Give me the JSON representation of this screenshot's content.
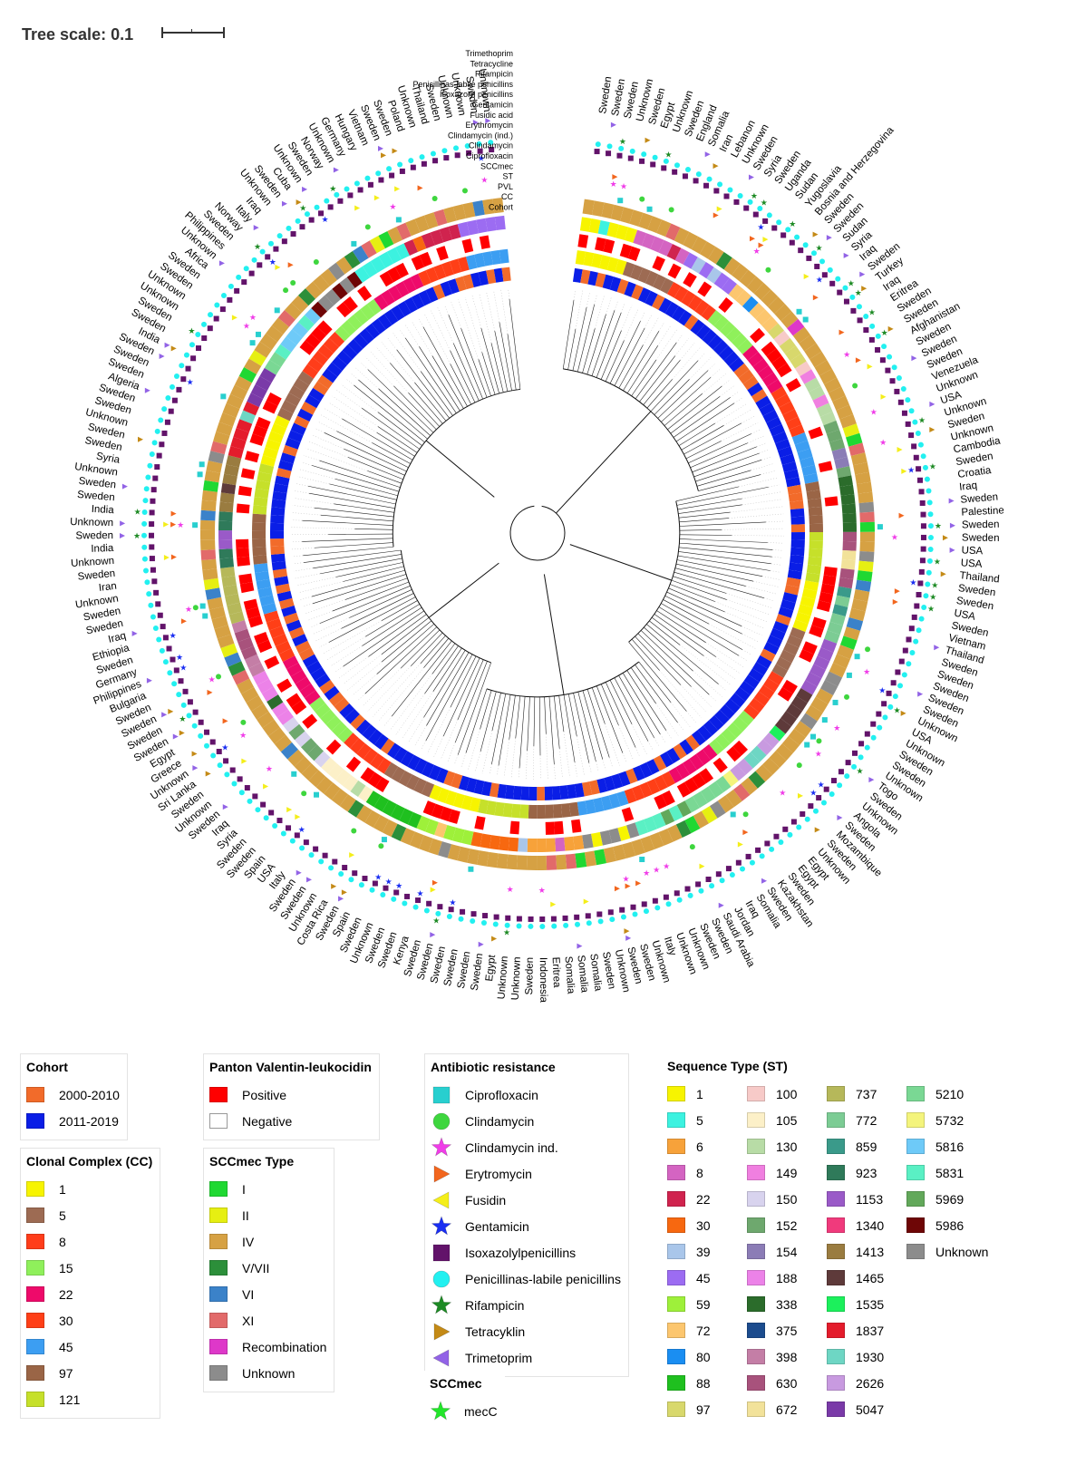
{
  "header": {
    "tree_scale_label": "Tree scale: 0.1"
  },
  "ring_labels": [
    "Trimethoprim",
    "Tetracycline",
    "Rifampicin",
    "Penicillinas-labile penicillins",
    "Isoxazolyl penicillins",
    "Gentamicin",
    "Fusidic acid",
    "Erythromycin",
    "Clindamycin (ind.)",
    "Clindamycin",
    "Ciprofloxacin",
    "SCCmec",
    "ST",
    "PVL",
    "CC",
    "Cohort"
  ],
  "legend": {
    "cohort": {
      "title": "Cohort",
      "items": [
        {
          "label": "2000-2010",
          "color": "#f26b2a"
        },
        {
          "label": "2011-2019",
          "color": "#0a1ee6"
        }
      ]
    },
    "pvl": {
      "title": "Panton Valentin-leukocidin",
      "items": [
        {
          "label": "Positive",
          "color": "#ff0000"
        },
        {
          "label": "Negative",
          "color": "#ffffff"
        }
      ]
    },
    "cc": {
      "title": "Clonal Complex (CC)",
      "items": [
        {
          "label": "1",
          "color": "#f7f400"
        },
        {
          "label": "5",
          "color": "#9d6b53"
        },
        {
          "label": "8",
          "color": "#ff3d1a"
        },
        {
          "label": "15",
          "color": "#8ff05b"
        },
        {
          "label": "22",
          "color": "#ee0a6a"
        },
        {
          "label": "30",
          "color": "#ff3f17"
        },
        {
          "label": "45",
          "color": "#3c9ef2"
        },
        {
          "label": "97",
          "color": "#9a6546"
        },
        {
          "label": "121",
          "color": "#c6e02a"
        }
      ]
    },
    "sccmec": {
      "title": "SCCmec Type",
      "items": [
        {
          "label": "I",
          "color": "#1fd832"
        },
        {
          "label": "II",
          "color": "#e6ef12"
        },
        {
          "label": "IV",
          "color": "#d6a143"
        },
        {
          "label": "V/VII",
          "color": "#2c8f3a"
        },
        {
          "label": "VI",
          "color": "#3b82c9"
        },
        {
          "label": "XI",
          "color": "#e26a6a"
        },
        {
          "label": "Recombination",
          "color": "#de38c9"
        },
        {
          "label": "Unknown",
          "color": "#8c8c8c"
        }
      ]
    },
    "antibiotic": {
      "title": "Antibiotic resistance",
      "items": [
        {
          "label": "Ciprofloxacin",
          "shape": "square",
          "color": "#28cfcf"
        },
        {
          "label": "Clindamycin",
          "shape": "circle",
          "color": "#3ed63e"
        },
        {
          "label": "Clindamycin ind.",
          "shape": "star",
          "color": "#f03ce8"
        },
        {
          "label": "Erytromycin",
          "shape": "tri-right",
          "color": "#f2661e"
        },
        {
          "label": "Fusidin",
          "shape": "tri-left",
          "color": "#f4ee1a"
        },
        {
          "label": "Gentamicin",
          "shape": "star",
          "color": "#1a2ef2"
        },
        {
          "label": "Isoxazolylpenicillins",
          "shape": "square",
          "color": "#62136a"
        },
        {
          "label": "Penicillinas-labile penicillins",
          "shape": "circle",
          "color": "#22f0f0"
        },
        {
          "label": "Rifampicin",
          "shape": "star",
          "color": "#1d8a24"
        },
        {
          "label": "Tetracyklin",
          "shape": "tri-right",
          "color": "#c48a16"
        },
        {
          "label": "Trimetoprim",
          "shape": "tri-left",
          "color": "#9263e6"
        }
      ]
    },
    "sccmec_gene": {
      "title": "SCCmec",
      "items": [
        {
          "label": "mecC",
          "shape": "star",
          "color": "#22e62a"
        }
      ]
    },
    "st": {
      "title": "Sequence Type (ST)",
      "items": [
        {
          "label": "1",
          "color": "#f7f400"
        },
        {
          "label": "5",
          "color": "#3cf2e0"
        },
        {
          "label": "6",
          "color": "#f7a23a"
        },
        {
          "label": "8",
          "color": "#d464c2"
        },
        {
          "label": "22",
          "color": "#d0234e"
        },
        {
          "label": "30",
          "color": "#f76810"
        },
        {
          "label": "39",
          "color": "#a9c6ea"
        },
        {
          "label": "45",
          "color": "#9c6cf2"
        },
        {
          "label": "59",
          "color": "#9ef03a"
        },
        {
          "label": "72",
          "color": "#fcc66e"
        },
        {
          "label": "80",
          "color": "#1a8ef2"
        },
        {
          "label": "88",
          "color": "#1fc01f"
        },
        {
          "label": "97",
          "color": "#d8d86c"
        },
        {
          "label": "100",
          "color": "#f7cac8"
        },
        {
          "label": "105",
          "color": "#fcf0c8"
        },
        {
          "label": "130",
          "color": "#b8dca6"
        },
        {
          "label": "149",
          "color": "#f07fe0"
        },
        {
          "label": "150",
          "color": "#d8d3ee"
        },
        {
          "label": "152",
          "color": "#6ea86e"
        },
        {
          "label": "154",
          "color": "#8b7cb6"
        },
        {
          "label": "188",
          "color": "#ec82e8"
        },
        {
          "label": "338",
          "color": "#2b6c2b"
        },
        {
          "label": "375",
          "color": "#1c4c8e"
        },
        {
          "label": "398",
          "color": "#c47ea6"
        },
        {
          "label": "630",
          "color": "#a8527c"
        },
        {
          "label": "672",
          "color": "#f2e29a"
        },
        {
          "label": "737",
          "color": "#b6b85a"
        },
        {
          "label": "772",
          "color": "#7ccc94"
        },
        {
          "label": "859",
          "color": "#3a9a8a"
        },
        {
          "label": "923",
          "color": "#2f7a5a"
        },
        {
          "label": "1153",
          "color": "#9a5ac8"
        },
        {
          "label": "1340",
          "color": "#f03a7c"
        },
        {
          "label": "1413",
          "color": "#9a7c40"
        },
        {
          "label": "1465",
          "color": "#5e3a3a"
        },
        {
          "label": "1535",
          "color": "#1cf05c"
        },
        {
          "label": "1837",
          "color": "#e41c2c"
        },
        {
          "label": "1930",
          "color": "#6ed6c4"
        },
        {
          "label": "2626",
          "color": "#c89ae0"
        },
        {
          "label": "5047",
          "color": "#7a3aa8"
        },
        {
          "label": "5210",
          "color": "#7ad894"
        },
        {
          "label": "5732",
          "color": "#f4f47c"
        },
        {
          "label": "5816",
          "color": "#6ecaf8"
        },
        {
          "label": "5831",
          "color": "#5af0c4"
        },
        {
          "label": "5969",
          "color": "#62a85a"
        },
        {
          "label": "5986",
          "color": "#6e0606"
        },
        {
          "label": "Unknown",
          "color": "#8c8c8c"
        }
      ]
    }
  },
  "tip_countries": [
    "Sweden",
    "Sweden",
    "Sweden",
    "Unknown",
    "Sweden",
    "Egypt",
    "Unknown",
    "Sweden",
    "England",
    "Somalia",
    "Iran",
    "Lebanon",
    "Unknown",
    "Sweden",
    "Syria",
    "Sweden",
    "Uganda",
    "Sudan",
    "Yugoslavia",
    "Bosnia and Herzegovina",
    "Sweden",
    "Sweden",
    "Sudan",
    "Syria",
    "Iraq",
    "Sweden",
    "Turkey",
    "Iraq",
    "Eritrea",
    "Sweden",
    "Sweden",
    "Afghanistan",
    "Sweden",
    "Sweden",
    "Sweden",
    "Venezuela",
    "Unknown",
    "USA",
    "Unknown",
    "Sweden",
    "Unknown",
    "Cambodia",
    "Sweden",
    "Croatia",
    "Iraq",
    "Sweden",
    "Palestine",
    "Sweden",
    "Sweden",
    "USA",
    "USA",
    "Thailand",
    "Sweden",
    "Sweden",
    "USA",
    "Sweden",
    "Vietnam",
    "Thailand",
    "Sweden",
    "Sweden",
    "Sweden",
    "Sweden",
    "Sweden",
    "Unknown",
    "USA",
    "Unknown",
    "Sweden",
    "Sweden",
    "Unknown",
    "Togo",
    "Sweden",
    "Unknown",
    "Angola",
    "Sweden",
    "Mozambique",
    "Sweden",
    "Unknown",
    "Egypt",
    "Egypt",
    "Sweden",
    "Kazakhstan",
    "Sweden",
    "Somalia",
    "Iraq",
    "Jordan",
    "Saudi Arabia",
    "Sweden",
    "Sweden",
    "Unknown",
    "Unknown",
    "Italy",
    "Unknown",
    "Sweden",
    "Sweden",
    "Unknown",
    "Sweden",
    "Somalia",
    "Somalia",
    "Somalia",
    "Eritrea",
    "Indonesia",
    "Sweden",
    "Unknown",
    "Unknown",
    "Egypt",
    "Sweden",
    "Sweden",
    "Sweden",
    "Sweden",
    "Sweden",
    "Sweden",
    "Kenya",
    "Sweden",
    "Sweden",
    "Unknown",
    "Sweden",
    "Spain",
    "Sweden",
    "Costa Rica",
    "Unknown",
    "Sweden",
    "Sweden",
    "Italy",
    "USA",
    "Spain",
    "Sweden",
    "Sweden",
    "Syria",
    "Iraq",
    "Sweden",
    "Unknown",
    "Sweden",
    "Sri Lanka",
    "Unknown",
    "Greece",
    "Egypt",
    "Sweden",
    "Sweden",
    "Sweden",
    "Sweden",
    "Bulgaria",
    "Philippines",
    "Germany",
    "Sweden",
    "Ethiopia",
    "Iraq",
    "Sweden",
    "Sweden",
    "Unknown",
    "Iran",
    "Sweden",
    "Unknown",
    "India",
    "Sweden",
    "Unknown",
    "India",
    "Sweden",
    "Sweden",
    "Unknown",
    "Syria",
    "Sweden",
    "Sweden",
    "Unknown",
    "Sweden",
    "Sweden",
    "Algeria",
    "Sweden",
    "Sweden",
    "Sweden",
    "India",
    "Sweden",
    "Sweden",
    "Unknown",
    "Unknown",
    "Sweden",
    "Sweden",
    "Africa",
    "Unknown",
    "Philippines",
    "Sweden",
    "Norway",
    "Italy",
    "Iraq",
    "Unknown",
    "Sweden",
    "Cuba",
    "Unknown",
    "Sweden",
    "Norway",
    "Unknown",
    "Germany",
    "Hungary",
    "Vietnam",
    "Sweden",
    "Sweden",
    "Poland",
    "Unknown",
    "Thailand",
    "Sweden",
    "Unknown",
    "Unknown",
    "Sweden",
    "Unknown"
  ]
}
